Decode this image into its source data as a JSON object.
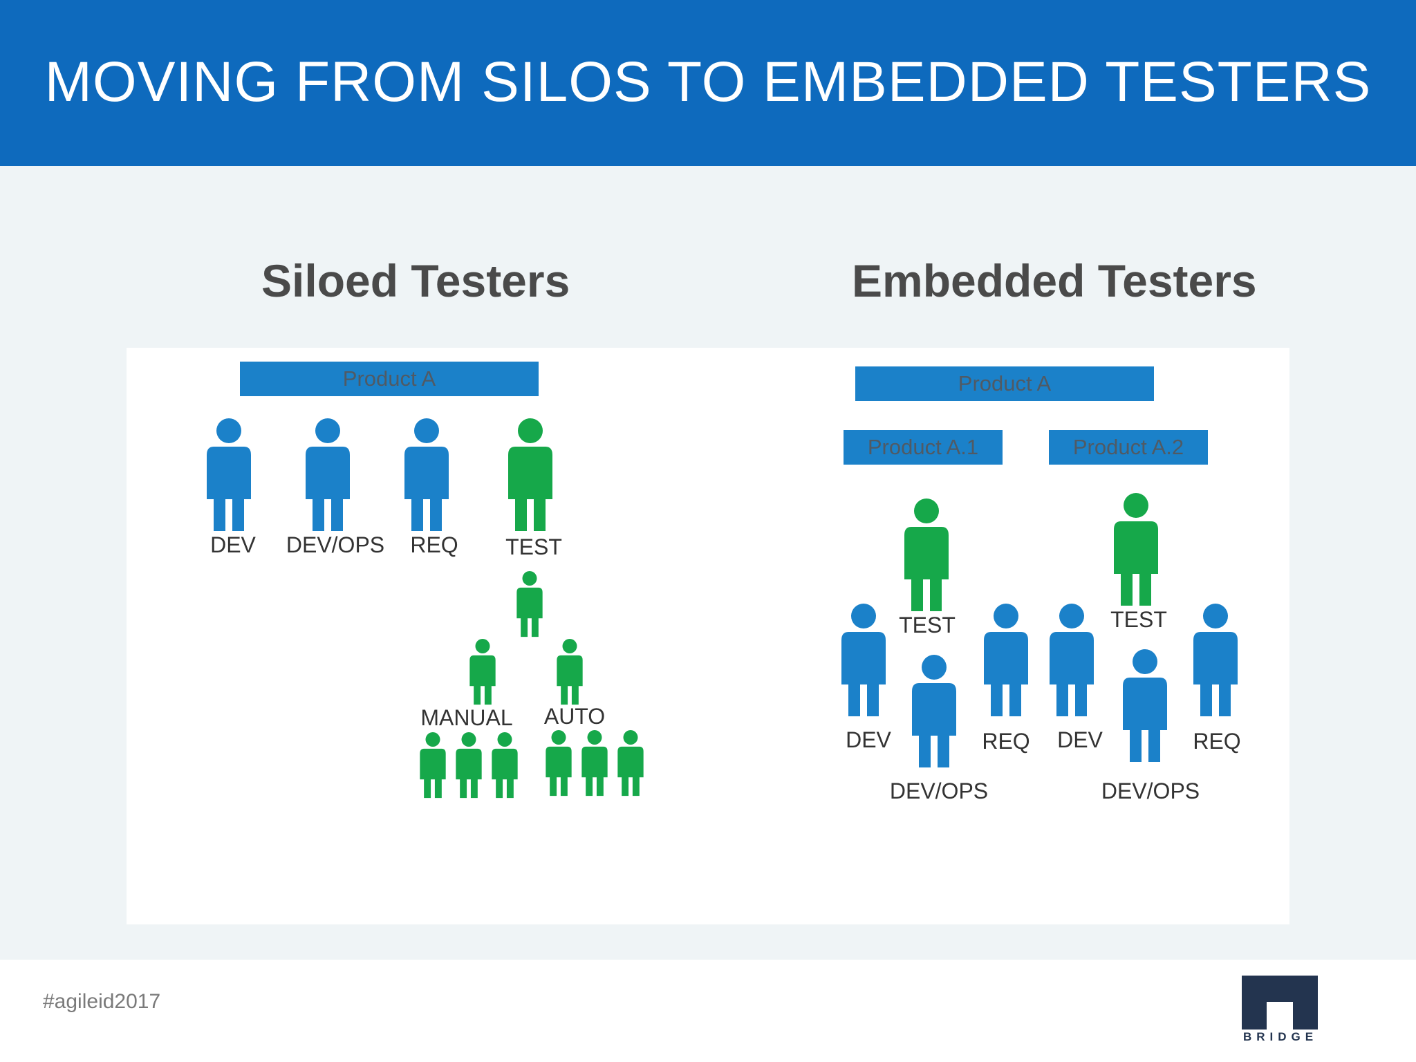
{
  "title": "MOVING FROM SILOS TO EMBEDDED TESTERS",
  "columns": {
    "left_heading": "Siloed Testers",
    "right_heading": "Embedded Testers"
  },
  "siloed": {
    "product_bar": "Product A",
    "roles": {
      "dev": "DEV",
      "devops": "DEV/OPS",
      "req": "REQ",
      "test": "TEST"
    },
    "branches": {
      "manual": "MANUAL",
      "auto": "AUTO"
    }
  },
  "embedded": {
    "product_bar": "Product A",
    "sub_products": [
      "Product A.1",
      "Product A.2"
    ],
    "team_a1": {
      "dev": "DEV",
      "test": "TEST",
      "devops": "DEV/OPS",
      "req": "REQ"
    },
    "team_a2": {
      "dev": "DEV",
      "test": "TEST",
      "devops": "DEV/OPS",
      "req": "REQ"
    }
  },
  "footer": {
    "hashtag": "#agileid2017",
    "logo_text": "BRIDGE"
  },
  "colors": {
    "header": "#0e6abd",
    "dev_person": "#1b81c9",
    "tester_person": "#16a84a",
    "bar": "#1b81c9"
  }
}
